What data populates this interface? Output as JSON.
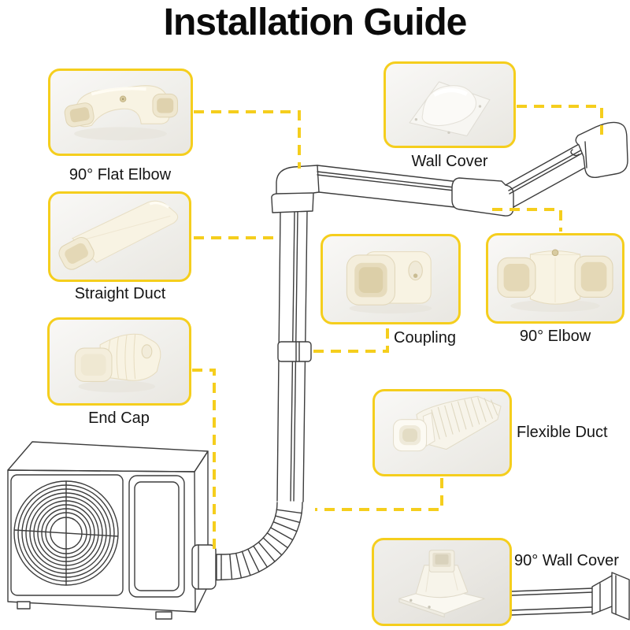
{
  "title": "Installation Guide",
  "colors": {
    "accent_yellow": "#F5CE1D",
    "line_art": "#3D3D3D",
    "label_text": "#151515",
    "part_cream": "#F8F3E3"
  },
  "parts": {
    "flat_elbow": {
      "label": "90° Flat Elbow"
    },
    "wall_cover": {
      "label": "Wall Cover"
    },
    "straight_duct": {
      "label": "Straight Duct"
    },
    "coupling": {
      "label": "Coupling"
    },
    "elbow_90": {
      "label": "90° Elbow"
    },
    "end_cap": {
      "label": "End Cap"
    },
    "flexible_duct": {
      "label": "Flexible Duct"
    },
    "wall_cover_90": {
      "label": "90° Wall Cover"
    }
  }
}
